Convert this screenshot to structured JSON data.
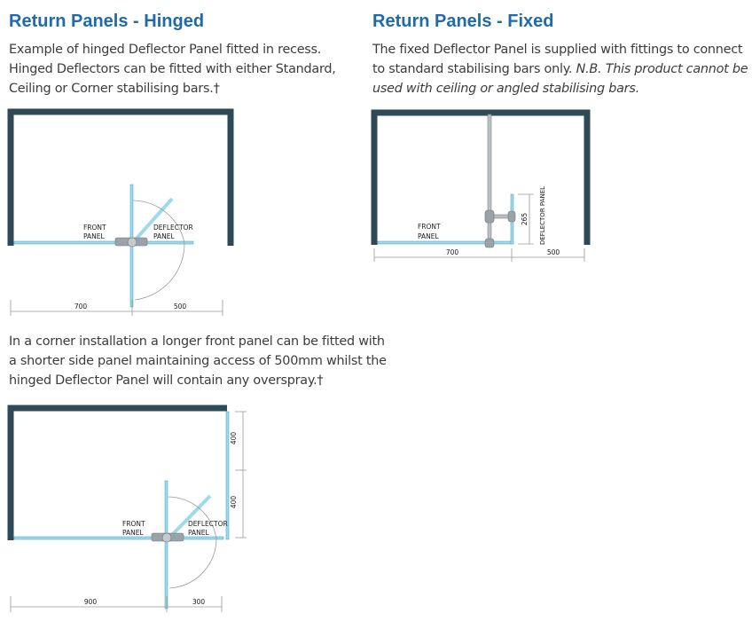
{
  "hinged": {
    "title": "Return Panels - Hinged",
    "text_lines": [
      "Example of hinged Deflector Panel fitted in recess.",
      "Hinged Deflectors can be fitted with either Standard,",
      "Ceiling or Corner stabilising bars.†"
    ],
    "diagram": {
      "front_label_1": "FRONT",
      "front_label_2": "PANEL",
      "deflector_label_1": "DEFLECTOR",
      "deflector_label_2": "PANEL",
      "dim_left": "700",
      "dim_right": "500"
    }
  },
  "fixed": {
    "title": "Return Panels - Fixed",
    "line1": "The fixed Deflector Panel is supplied with fittings to connect",
    "line2_plain": "to standard stabilising bars only. ",
    "line2_italic": "N.B. This product cannot be",
    "line3_italic": "used with ceiling or angled stabilising bars.",
    "diagram": {
      "front_label_1": "FRONT",
      "front_label_2": "PANEL",
      "deflector_label": "DEFLECTOR PANEL",
      "dim_height": "265",
      "dim_left": "700",
      "dim_right": "500"
    }
  },
  "corner": {
    "text_lines": [
      "In a corner installation a longer front panel can be fitted with",
      "a shorter side panel maintaining access of 500mm whilst the",
      "hinged Deflector Panel will contain any overspray.†"
    ],
    "diagram": {
      "front_label_1": "FRONT",
      "front_label_2": "PANEL",
      "deflector_label_1": "DEFLECTOR",
      "deflector_label_2": "PANEL",
      "dim_side_top": "400",
      "dim_side_bottom": "400",
      "dim_left": "900",
      "dim_right": "300"
    }
  },
  "colors": {
    "heading": "#1f6aa8",
    "wall": "#2e4a56",
    "glass": "#9fd9ec",
    "glass_edge": "#5aa9c4",
    "dimension": "#9a9a9a",
    "hardware": "#9aa3a8"
  }
}
